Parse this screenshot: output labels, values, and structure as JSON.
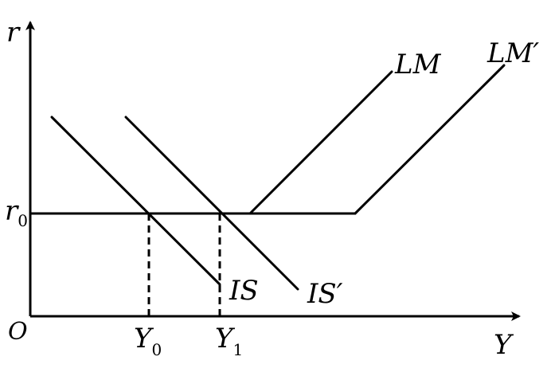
{
  "axes": {
    "y_label": "r",
    "x_label": "Y",
    "origin_label": "O"
  },
  "levels": {
    "r0": {
      "main": "r",
      "sub": "0"
    },
    "y0": {
      "main": "Y",
      "sub": "0"
    },
    "y1": {
      "main": "Y",
      "sub": "1"
    }
  },
  "curves": {
    "lm": "LM",
    "lm_shift": "LM′",
    "is": "IS",
    "is_shift": "IS′"
  },
  "colors": {
    "line": "#000000",
    "background": "#ffffff"
  }
}
